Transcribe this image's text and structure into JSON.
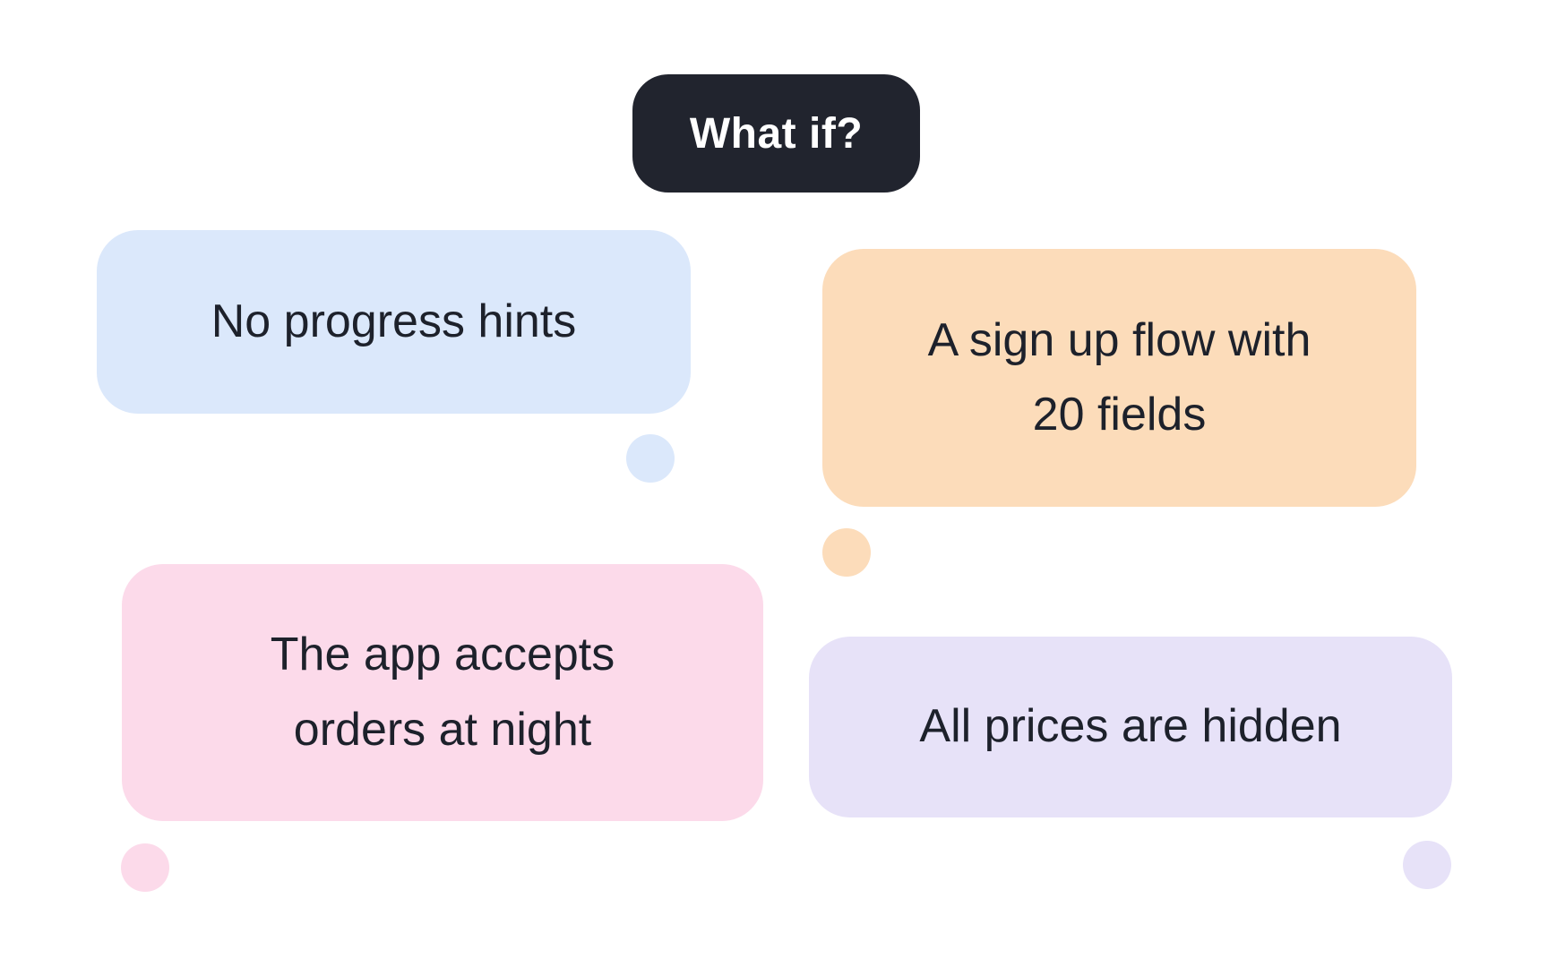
{
  "title_pill": {
    "label": "What if?",
    "background": "#21242e",
    "text_color": "#ffffff"
  },
  "bubbles": [
    {
      "id": "no-progress-hints",
      "lines": [
        "No progress hints"
      ],
      "color": "#dbe8fb",
      "position": "top-left",
      "tail_dot": "bottom-right"
    },
    {
      "id": "sign-up-flow",
      "lines": [
        "A sign up flow with",
        "20 fields"
      ],
      "color": "#fcdcba",
      "position": "top-right",
      "tail_dot": "bottom-left"
    },
    {
      "id": "orders-at-night",
      "lines": [
        "The app accepts",
        "orders at night"
      ],
      "color": "#fcdaea",
      "position": "bottom-left",
      "tail_dot": "bottom-left"
    },
    {
      "id": "prices-hidden",
      "lines": [
        "All prices are hidden"
      ],
      "color": "#e7e2f8",
      "position": "bottom-right",
      "tail_dot": "bottom-right"
    }
  ],
  "colors": {
    "background": "#ffffff",
    "body_text": "#1d212b"
  }
}
